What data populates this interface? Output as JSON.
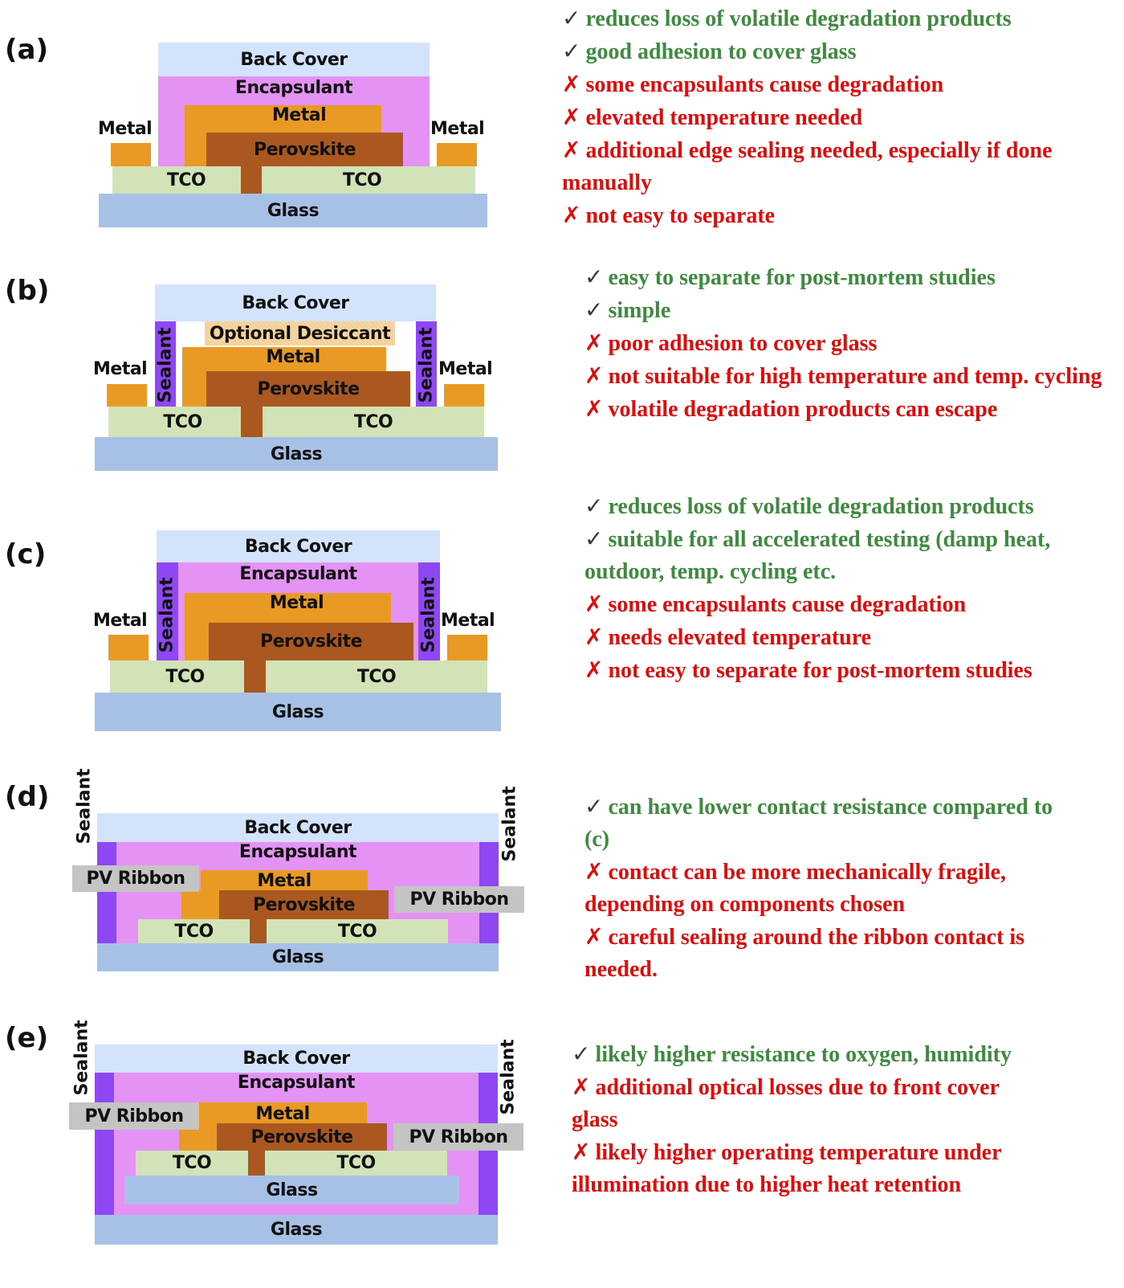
{
  "layers": {
    "back_cover": "Back Cover",
    "encapsulant": "Encapsulant",
    "metal": "Metal",
    "perovskite": "Perovskite",
    "tco": "TCO",
    "glass": "Glass",
    "sealant": "Sealant",
    "pv_ribbon": "PV Ribbon",
    "optional_desiccant": "Optional Desiccant"
  },
  "colors": {
    "back_cover": "#d3e3fb",
    "encapsulant": "#e592f5",
    "metal": "#e89a25",
    "perovskite": "#ab5820",
    "tco": "#d3e3b8",
    "glass": "#a7c1e6",
    "sealant": "#8e47f2",
    "pv_ribbon": "#c4c4c4",
    "pro_text": "#3e8a3e",
    "con_text": "#e00b0b"
  },
  "icons": {
    "pro": "✓",
    "con": "✗"
  },
  "panels": [
    {
      "label": "(a)",
      "notes": [
        {
          "type": "pro",
          "text": "reduces loss of volatile degradation products"
        },
        {
          "type": "pro",
          "text": "good adhesion to cover glass"
        },
        {
          "type": "con",
          "text": "some encapsulants cause degradation"
        },
        {
          "type": "con",
          "text": "elevated temperature needed"
        },
        {
          "type": "con",
          "text": "additional edge sealing needed, especially if done manually"
        },
        {
          "type": "con",
          "text": "not easy to separate"
        }
      ]
    },
    {
      "label": "(b)",
      "notes": [
        {
          "type": "pro",
          "text": "easy to separate for post-mortem studies"
        },
        {
          "type": "pro",
          "text": "simple"
        },
        {
          "type": "con",
          "text": "poor adhesion to cover glass"
        },
        {
          "type": "con",
          "text": "not suitable for high temperature and temp. cycling"
        },
        {
          "type": "con",
          "text": "volatile degradation products can escape"
        }
      ]
    },
    {
      "label": "(c)",
      "notes": [
        {
          "type": "pro",
          "text": "reduces loss of volatile degradation products"
        },
        {
          "type": "pro",
          "text": "suitable for all accelerated testing (damp heat, outdoor, temp. cycling etc."
        },
        {
          "type": "con",
          "text": "some encapsulants cause degradation"
        },
        {
          "type": "con",
          "text": "needs elevated temperature"
        },
        {
          "type": "con",
          "text": "not easy to separate for post-mortem studies"
        }
      ]
    },
    {
      "label": "(d)",
      "notes": [
        {
          "type": "pro",
          "text": "can have lower contact resistance compared to (c)"
        },
        {
          "type": "con",
          "text": "contact can be more mechanically fragile, depending on components chosen"
        },
        {
          "type": "con",
          "text": "careful sealing around the ribbon contact is needed."
        }
      ]
    },
    {
      "label": "(e)",
      "notes": [
        {
          "type": "pro",
          "text": "likely higher resistance to oxygen, humidity"
        },
        {
          "type": "con",
          "text": "additional optical losses due to front cover glass"
        },
        {
          "type": "con",
          "text": "likely higher operating temperature under illumination due to higher heat retention"
        }
      ]
    }
  ]
}
